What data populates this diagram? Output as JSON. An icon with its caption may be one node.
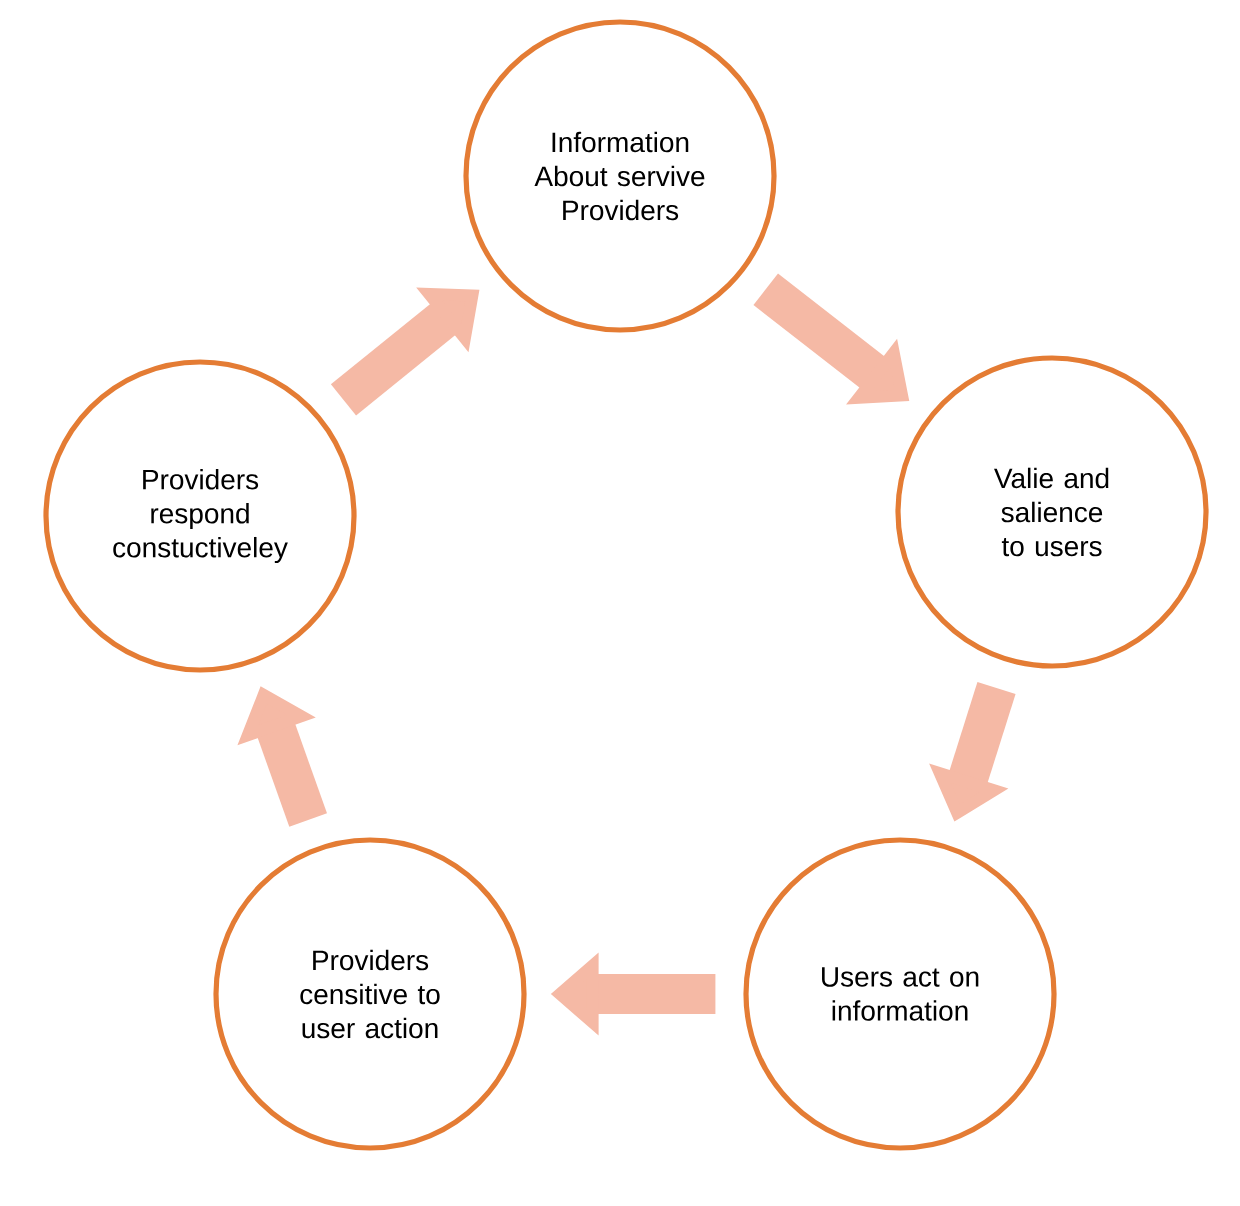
{
  "diagram": {
    "nodes": [
      {
        "text": [
          "Information About servive Providers"
        ]
      },
      {
        "text": [
          "Valie and salience to users"
        ]
      },
      {
        "text": [
          "Users act on information"
        ]
      },
      {
        "text": [
          "Providers censitive to user action"
        ]
      },
      {
        "text": [
          "Providers respond constuctiveley"
        ]
      }
    ],
    "edges": [
      {
        "from": 0,
        "to": 1,
        "arrow": "to"
      },
      {
        "from": 1,
        "to": 2,
        "arrow": "to"
      },
      {
        "from": 2,
        "to": 3,
        "arrow": "to"
      },
      {
        "from": 3,
        "to": 4,
        "arrow": "to"
      },
      {
        "from": 4,
        "to": 0,
        "arrow": "to"
      }
    ]
  }
}
